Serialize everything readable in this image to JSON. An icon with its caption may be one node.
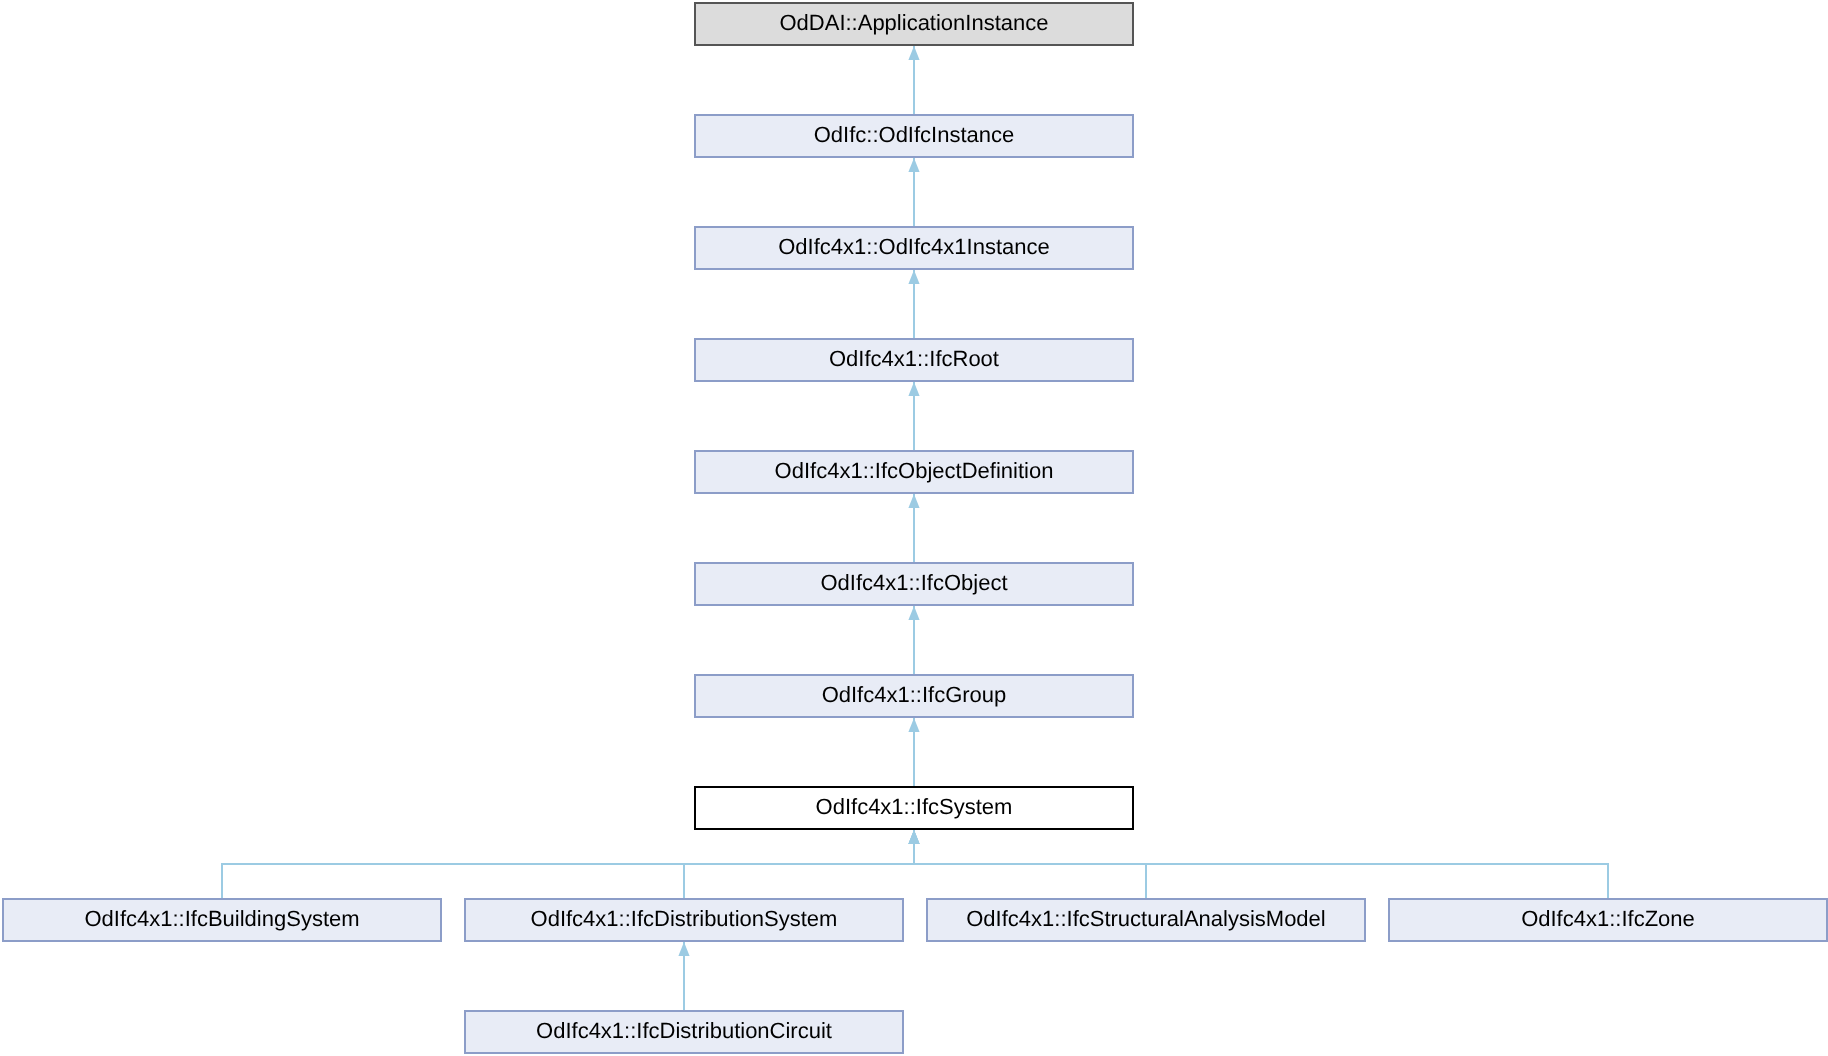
{
  "diagram": {
    "nodes": [
      {
        "text": [
          "OdDAI::ApplicationInstance"
        ]
      },
      {
        "text": [
          "OdIfc::OdIfcInstance"
        ]
      },
      {
        "text": [
          "OdIfc4x1::OdIfc4x1Instance"
        ]
      },
      {
        "text": [
          "OdIfc4x1::IfcRoot"
        ]
      },
      {
        "text": [
          "OdIfc4x1::IfcObjectDefinition"
        ]
      },
      {
        "text": [
          "OdIfc4x1::IfcObject"
        ]
      },
      {
        "text": [
          "OdIfc4x1::IfcGroup"
        ]
      },
      {
        "text": [
          "OdIfc4x1::IfcSystem"
        ]
      },
      {
        "text": [
          "OdIfc4x1::IfcBuildingSystem"
        ]
      },
      {
        "text": [
          "OdIfc4x1::IfcDistributionSystem"
        ]
      },
      {
        "text": [
          "OdIfc4x1::IfcStructuralAnalysisModel"
        ]
      },
      {
        "text": [
          "OdIfc4x1::IfcZone"
        ]
      },
      {
        "text": [
          "OdIfc4x1::IfcDistributionCircuit"
        ]
      }
    ],
    "edges": [
      {
        "from": 1,
        "to": 0,
        "arrow": "to"
      },
      {
        "from": 2,
        "to": 1,
        "arrow": "to"
      },
      {
        "from": 3,
        "to": 2,
        "arrow": "to"
      },
      {
        "from": 4,
        "to": 3,
        "arrow": "to"
      },
      {
        "from": 5,
        "to": 4,
        "arrow": "to"
      },
      {
        "from": 6,
        "to": 5,
        "arrow": "to"
      },
      {
        "from": 7,
        "to": 6,
        "arrow": "to"
      },
      {
        "from": 8,
        "to": 7,
        "arrow": "to"
      },
      {
        "from": 9,
        "to": 7,
        "arrow": "to"
      },
      {
        "from": 10,
        "to": 7,
        "arrow": "to"
      },
      {
        "from": 11,
        "to": 7,
        "arrow": "to"
      },
      {
        "from": 12,
        "to": 9,
        "arrow": "to"
      }
    ]
  }
}
